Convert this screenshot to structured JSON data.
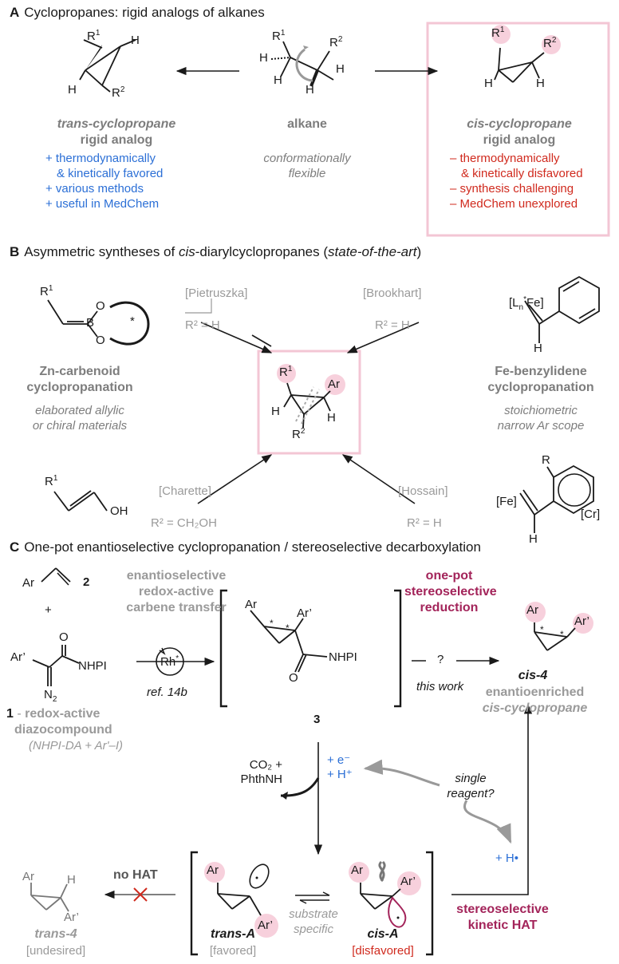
{
  "colors": {
    "blue": "#2b6fd6",
    "red": "#d02a1e",
    "plum": "#a3245a",
    "pink": "#f7d0dc",
    "gray": "#9a9a9a"
  },
  "sectionA": {
    "letter": "A",
    "title": "Cyclopropanes: rigid analogs of alkanes",
    "left_title_1": "trans-cyclopropane",
    "left_title_2": "rigid analog",
    "left_points": [
      "+ thermodynamically",
      "& kinetically favored",
      "+ various methods",
      "+ useful in MedChem"
    ],
    "mid_title": "alkane",
    "mid_note_1": "conformationally",
    "mid_note_2": "flexible",
    "right_title_1": "cis-cyclopropane",
    "right_title_2": "rigid analog",
    "right_points": [
      "– thermodynamically",
      "& kinetically disfavored",
      "– synthesis challenging",
      "– MedChem unexplored"
    ]
  },
  "sectionB": {
    "letter": "B",
    "title_pre": "Asymmetric syntheses of ",
    "title_cis": "cis",
    "title_mid": "-diarylcyclopropanes (",
    "title_it": "state-of-the-art",
    "title_end": ")",
    "pietruszka": "[Pietruszka]",
    "pietruszka_r": "R² = H",
    "brookhart": "[Brookhart]",
    "brookhart_r": "R² = H",
    "charette": "[Charette]",
    "charette_r": "R² = CH₂OH",
    "hossain": "[Hossain]",
    "hossain_r": "R² = H",
    "zn_1": "Zn-carbenoid",
    "zn_2": "cyclopropanation",
    "zn_note_1": "elaborated allylic",
    "zn_note_2": "or chiral materials",
    "fe_1": "Fe-benzylidene",
    "fe_2": "cyclopropanation",
    "fe_note_1": "stoichiometric",
    "fe_note_2": "narrow Ar scope"
  },
  "sectionC": {
    "letter": "C",
    "title": "One-pot enantioselective cyclopropanation / stereoselective decarboxylation",
    "step1_1": "enantioselective",
    "step1_2": "redox-active",
    "step1_3": "carbene transfer",
    "ref": "ref. 14b",
    "step2_1": "one-pot",
    "step2_2": "stereoselective",
    "step2_3": "reduction",
    "this_work": "this work",
    "question": "?",
    "cmpd2": "2",
    "cmpd3": "3",
    "cmpd1": "1",
    "cmpd1_dash": " - ",
    "cmpd1_a": "redox-active",
    "cmpd1_b": "diazocompound",
    "cmpd1_c": "(NHPI-DA + Ar'–I)",
    "cis4_label": "cis-4",
    "cis4_1": "enantioenriched",
    "cis4_2": "cis-cyclopropane",
    "byproduct_1": "CO₂ +",
    "byproduct_2": "PhthNH",
    "reagent_1": "+ e⁻",
    "reagent_2": "+ H⁺",
    "single_1": "single",
    "single_2": "reagent?",
    "hdot": "+ H•",
    "noHAT": "no HAT",
    "trans4": "trans-4",
    "trans4_note": "[undesired]",
    "transA": "trans-A",
    "transA_note": "[favored]",
    "cisA": "cis-A",
    "cisA_note": "[disfavored]",
    "substrate_1": "substrate",
    "substrate_2": "specific",
    "hat_1": "stereoselective",
    "hat_2": "kinetic HAT"
  }
}
